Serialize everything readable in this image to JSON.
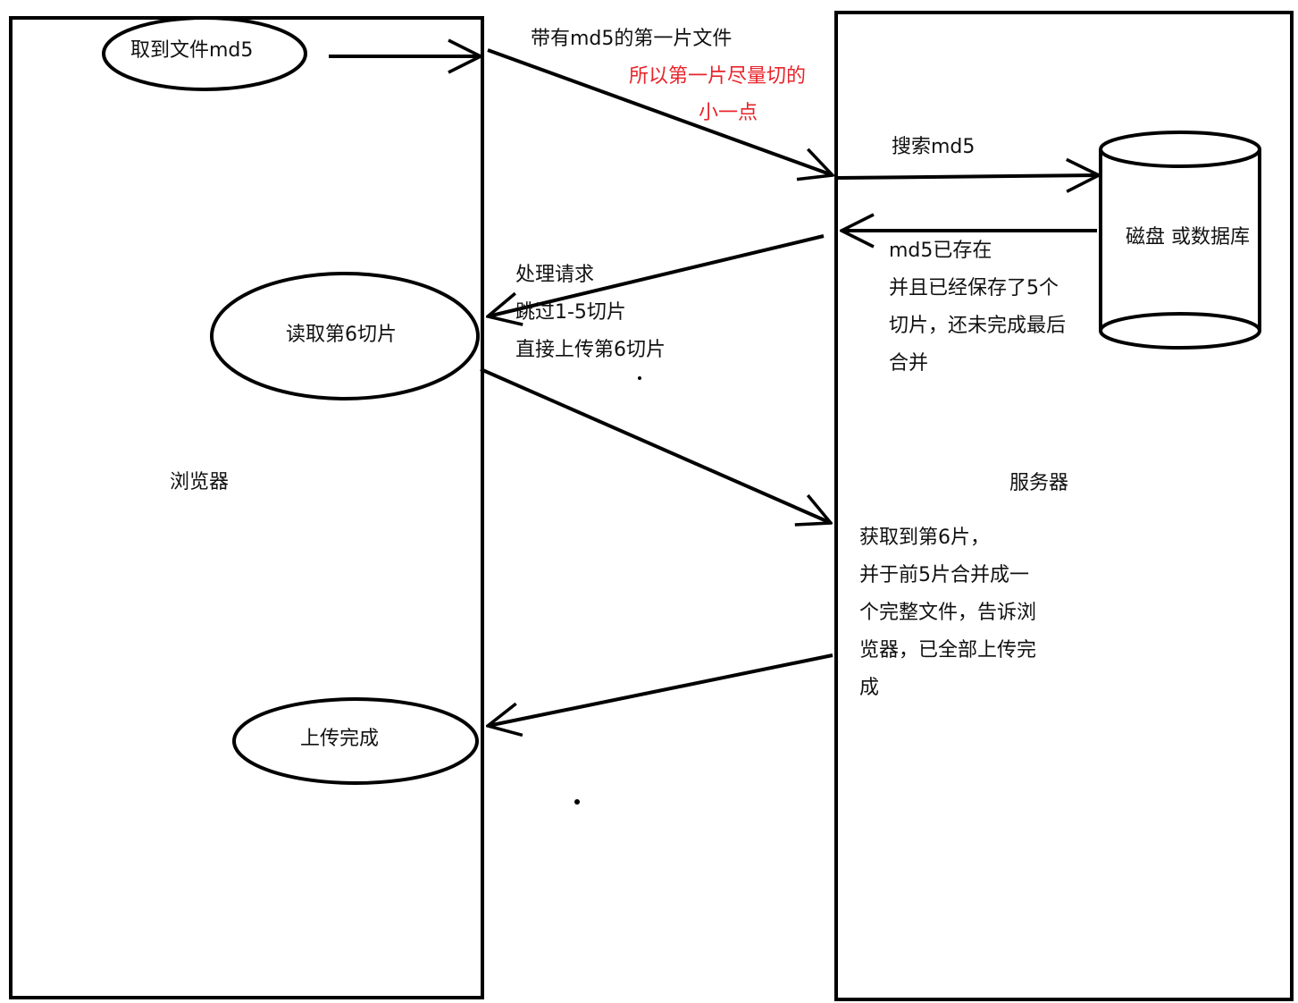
{
  "diagram": {
    "browser_label": "浏览器",
    "server_label": "服务器",
    "storage_label": "磁盘 或数据库",
    "nodes": {
      "get_md5": "取到文件md5",
      "read_slice6": "读取第6切片",
      "upload_done": "上传完成"
    },
    "edges": {
      "first_slice": "带有md5的第一片文件",
      "first_slice_note": [
        "所以第一片尽量切的",
        "小一点"
      ],
      "search_md5": "搜索md5",
      "md5_exists": [
        "md5已存在",
        "并且已经保存了5个",
        "切片，还未完成最后",
        "合并"
      ],
      "handle_request": [
        "处理请求",
        "跳过1-5切片",
        "直接上传第6切片"
      ],
      "server_merge": [
        "获取到第6片，",
        "并于前5片合并成一",
        "个完整文件，告诉浏",
        "览器，已全部上传完",
        "成"
      ]
    },
    "colors": {
      "stroke": "#000000",
      "text": "#111111",
      "highlight": "#e8242b"
    }
  }
}
